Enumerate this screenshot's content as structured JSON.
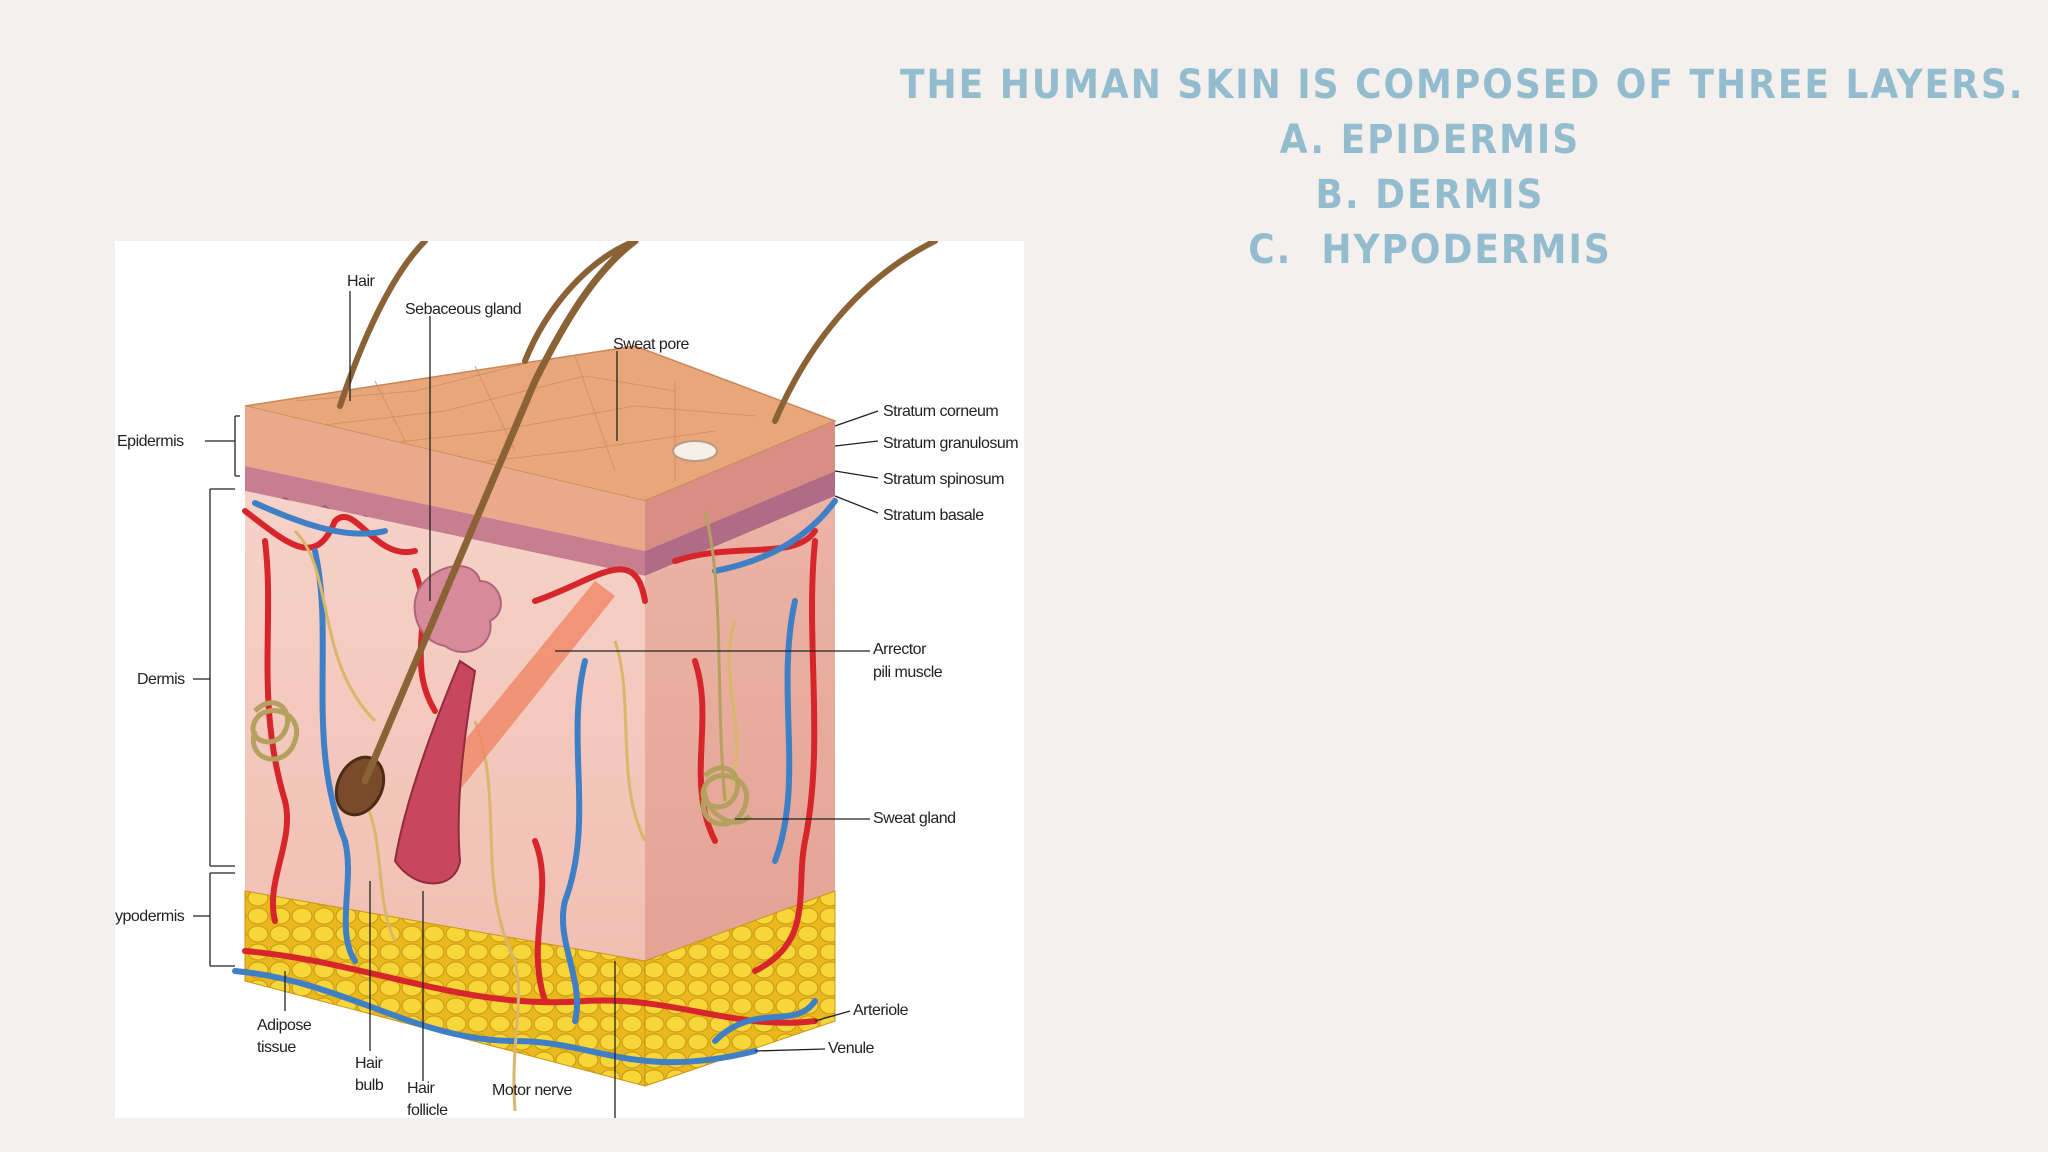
{
  "slide": {
    "heading": "The human skin is composed of three layers.",
    "items": [
      "A. Epidermis",
      "B. Dermis",
      "C.  Hypodermis"
    ]
  },
  "diagram": {
    "labels": {
      "hair": "Hair",
      "sebaceous": "Sebaceous gland",
      "sweat_pore": "Sweat pore",
      "epidermis": "Epidermis",
      "dermis": "Dermis",
      "hypodermis": "ypodermis",
      "stratum_corneum": "Stratum corneum",
      "stratum_granulosum": "Stratum granulosum",
      "stratum_spinosum": "Stratum spinosum",
      "stratum_basale": "Stratum basale",
      "arrector_1": "Arrector",
      "arrector_2": "pili muscle",
      "sweat_gland": "Sweat gland",
      "arteriole": "Arteriole",
      "venule": "Venule",
      "adipose_1": "Adipose",
      "adipose_2": "tissue",
      "hair_bulb_1": "Hair",
      "hair_bulb_2": "bulb",
      "hair_follicle_1": "Hair",
      "hair_follicle_2": "follicle",
      "motor_nerve": "Motor nerve"
    },
    "colors": {
      "epidermis_top": "#e6a275",
      "dermis": "#f3cbc0",
      "adipose": "#f2cd2c",
      "artery": "#d7262b",
      "vein": "#3f7fc6",
      "nerve": "#d9b66a",
      "hair": "#8a6236"
    }
  }
}
